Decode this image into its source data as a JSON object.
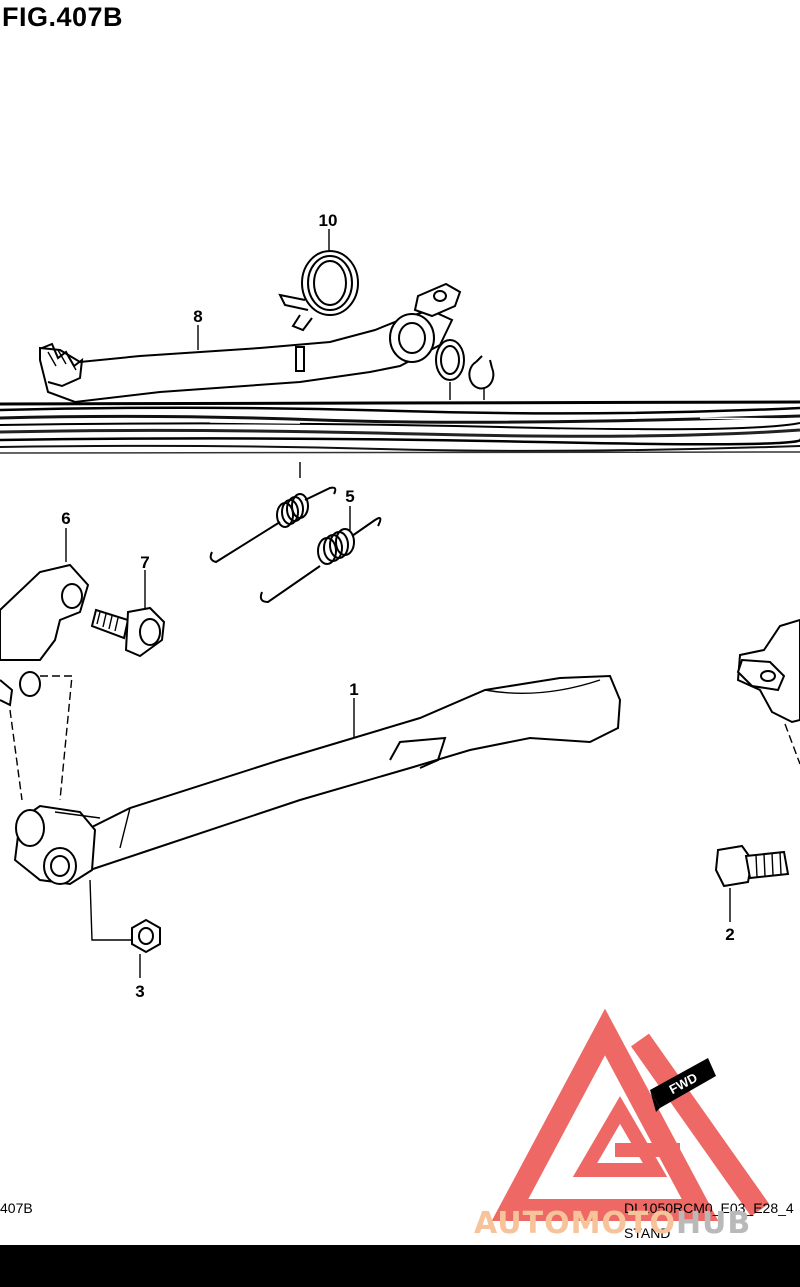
{
  "figure": {
    "title": "FIG.407B",
    "page_code": "407B",
    "model_code": "DL1050RCM0_E03_E28_4",
    "section_name": "STAND"
  },
  "parts": [
    {
      "ref": "1"
    },
    {
      "ref": "2"
    },
    {
      "ref": "3"
    },
    {
      "ref": "5"
    },
    {
      "ref": "6"
    },
    {
      "ref": "7"
    },
    {
      "ref": "8"
    },
    {
      "ref": "10"
    }
  ],
  "direction_badge": "FWD",
  "watermark": {
    "part1": "AUTOMOTO",
    "part2": "HUB"
  },
  "colors": {
    "line": "#000000",
    "background": "#ffffff",
    "watermark_red": "#e8302a",
    "watermark_orange": "#f7c39a",
    "footer_bar": "#000000"
  }
}
